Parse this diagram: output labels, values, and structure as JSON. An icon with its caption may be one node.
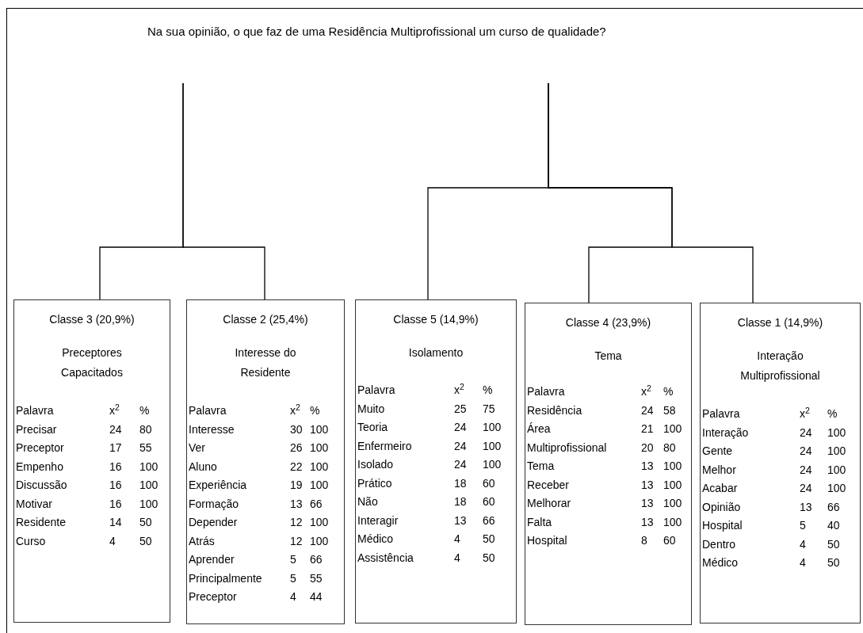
{
  "diagram": {
    "title": "Na sua opinião, o que faz de uma Residência Multiprofissional um curso de qualidade?",
    "nodes": [
      {
        "text": [
          "Classe 3 (20,9%)",
          "Preceptores Capacitados",
          "Palavra",
          "x$^{2}$",
          "%",
          "Precisar",
          "24",
          "80",
          "Preceptor",
          "17",
          "55",
          "Empenho",
          "16",
          "100",
          "Discussão",
          "16",
          "100",
          "Motivar",
          "16",
          "100",
          "Residente",
          "14",
          "50",
          "Curso",
          "4",
          "50"
        ]
      },
      {
        "text": [
          "Classe 2 (25,4%)",
          "Interesse do Residente",
          "Palavra",
          "x$^{2}$",
          "%",
          "Interesse",
          "30",
          "100",
          "Ver",
          "26",
          "100",
          "Aluno",
          "22",
          "100",
          "Experiência",
          "19",
          "100",
          "Formação",
          "13",
          "66",
          "Depender",
          "12",
          "100",
          "Atrás",
          "12",
          "100",
          "Aprender",
          "5",
          "66",
          "Principalmente",
          "5",
          "55",
          "Preceptor",
          "4",
          "44"
        ]
      },
      {
        "text": [
          "Classe 5 (14,9%)",
          "Isolamento",
          "Palavra",
          "x$^{2}$",
          "%",
          "Muito",
          "25",
          "75",
          "Teoria",
          "24",
          "100",
          "Enfermeiro",
          "24",
          "100",
          "Isolado",
          "24",
          "100",
          "Prático",
          "18",
          "60",
          "Não",
          "18",
          "60",
          "Interagir",
          "13",
          "66",
          "Médico",
          "4",
          "50",
          "Assistência",
          "4",
          "50"
        ]
      },
      {
        "text": [
          "Classe 4 (23,9%)",
          "Tema",
          "Palavra",
          "x$^{2}$",
          "%",
          "Residência",
          "24",
          "58",
          "Área",
          "21",
          "100",
          "Multiprofissional",
          "20",
          "80",
          "Tema",
          "13",
          "100",
          "Receber",
          "13",
          "100",
          "Melhorar",
          "13",
          "100",
          "Falta",
          "13",
          "100",
          "Hospital",
          "8",
          "60"
        ]
      },
      {
        "text": [
          "Classe 1 (14,9%)",
          "Interação Multiprofissional",
          "Palavra",
          "x$^{2}$",
          "%",
          "Interação",
          "24",
          "100",
          "Gente",
          "24",
          "100",
          "Melhor",
          "24",
          "100",
          "Acabar",
          "24",
          "100",
          "Opinião",
          "13",
          "66",
          "Hospital",
          "5",
          "40",
          "Dentro",
          "4",
          "50",
          "Médico",
          "4",
          "50"
        ]
      }
    ],
    "edges": [
      {
        "from": null,
        "to": 0,
        "arrow": "none"
      },
      {
        "from": null,
        "to": 1,
        "arrow": "none"
      },
      {
        "from": null,
        "to": 2,
        "arrow": "none"
      },
      {
        "from": null,
        "to": 3,
        "arrow": "none"
      },
      {
        "from": null,
        "to": 4,
        "arrow": "none"
      }
    ]
  }
}
